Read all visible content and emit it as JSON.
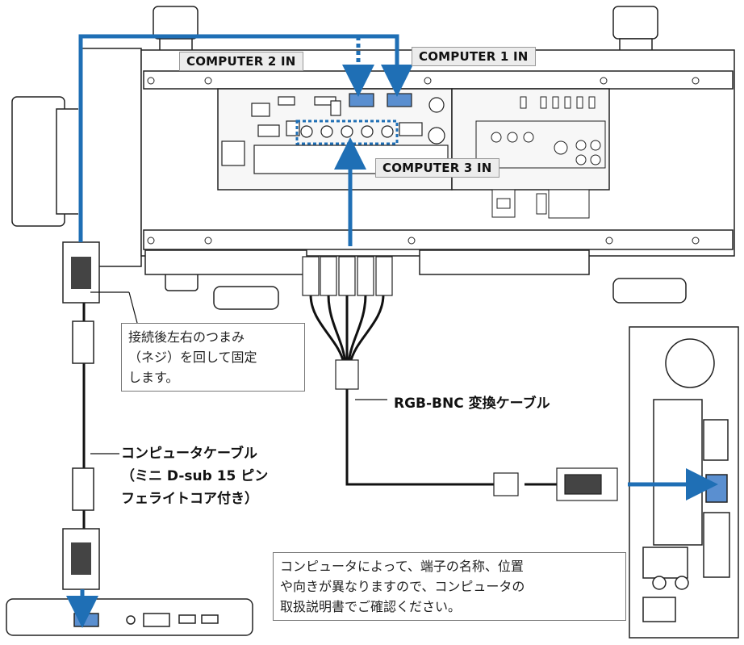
{
  "labels": {
    "computer1": "COMPUTER 1 IN",
    "computer2": "COMPUTER 2 IN",
    "computer3": "COMPUTER 3 IN",
    "rgb_bnc_cable": "RGB-BNC 変換ケーブル",
    "computer_cable": [
      "コンピュータケーブル",
      "（ミニ D-sub 15 ピン",
      "フェライトコア付き）"
    ]
  },
  "notes": {
    "screw": [
      "接続後左右のつまみ",
      "（ネジ）を回して固定",
      "します。"
    ],
    "computer": [
      "コンピュータによって、端子の名称、位置",
      "や向きが異なりますので、コンピュータの",
      "取扱説明書でご確認ください。"
    ]
  },
  "colors": {
    "arrow": "#1f6fb5",
    "line": "#111111",
    "panel": "#f7f7f7"
  }
}
